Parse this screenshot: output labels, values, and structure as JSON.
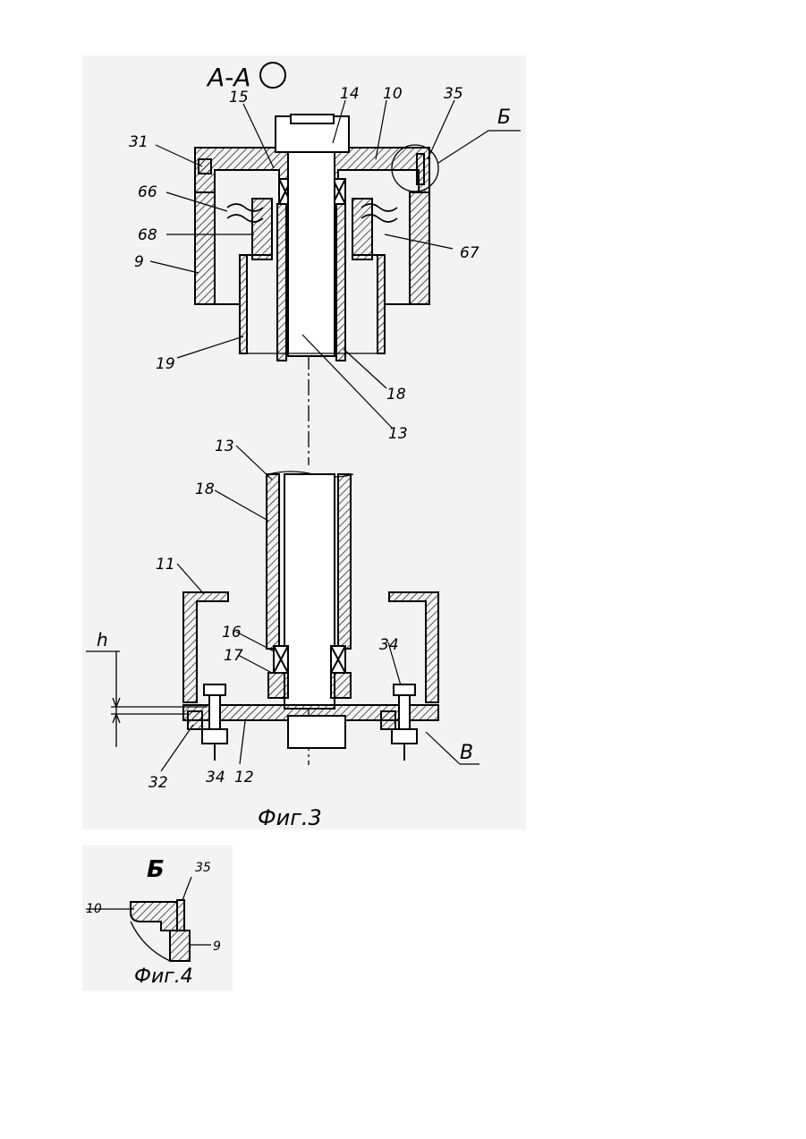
{
  "figures": [
    {
      "caption": "Фиг.3",
      "section_mark": "А-А",
      "callouts": {
        "c14": "14",
        "c10": "10",
        "c35": "35",
        "c15": "15",
        "c31": "31",
        "c66": "66",
        "c68": "68",
        "c67": "67",
        "c9": "9",
        "c19": "19",
        "c18a": "18",
        "c13a": "13",
        "c13b": "13",
        "c18b": "18",
        "c11": "11",
        "c16": "16",
        "c17": "17",
        "c34a": "34",
        "c34b": "34",
        "c32": "32",
        "c12": "12"
      },
      "view_marks": {
        "detail_b": "Б",
        "detail_v": "В",
        "gap": "h"
      }
    },
    {
      "caption": "Фиг.4",
      "title": "Б",
      "callouts": {
        "c35": "35",
        "c10": "10",
        "c9": "9"
      }
    }
  ],
  "colors": {
    "ink": "#000000",
    "paper": "#ffffff",
    "panel": "#f2f2f2"
  }
}
